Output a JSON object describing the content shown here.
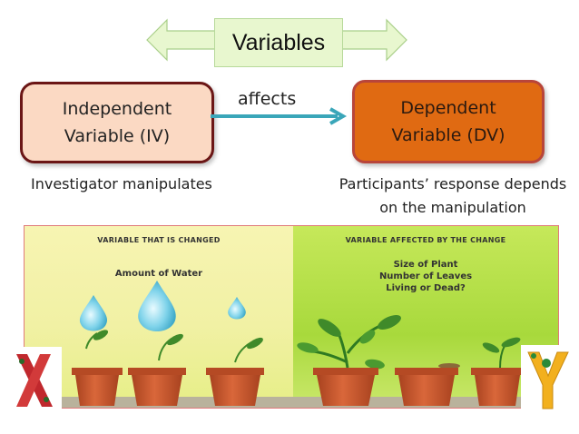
{
  "title": "Variables",
  "independent_box": {
    "line1": "Independent",
    "line2": "Variable (IV)"
  },
  "dependent_box": {
    "line1": "Dependent",
    "line2": "Variable (DV)"
  },
  "relation": "affects",
  "captions": {
    "left": "Investigator manipulates",
    "right_line1": "Participants’ response depends",
    "right_line2": "on the manipulation"
  },
  "example": {
    "left_heading": "VARIABLE THAT IS CHANGED",
    "left_value": "Amount of Water",
    "right_heading": "VARIABLE AFFECTED BY THE CHANGE",
    "right_values": [
      "Size of Plant",
      "Number of Leaves",
      "Living or Dead?"
    ]
  },
  "letters": {
    "x": "X",
    "y": "Y"
  },
  "colors": {
    "iv_fill": "#fbd9c3",
    "iv_border": "#6b1616",
    "dv_fill": "#e06a12",
    "arrow": "#3aa6b9",
    "title_fill": "#e8f7cf",
    "pot": "#c4532a",
    "leaf": "#3f8a2a"
  }
}
